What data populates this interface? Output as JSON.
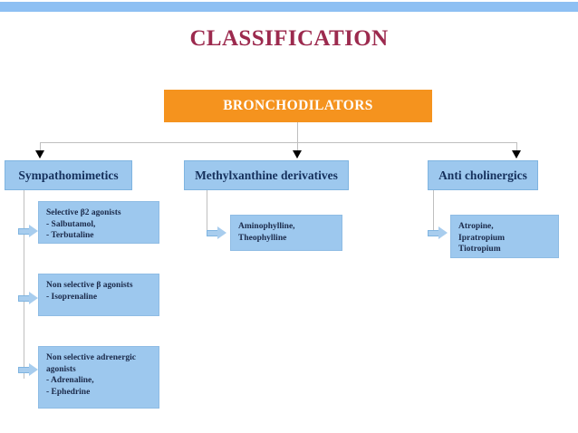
{
  "slide": {
    "title": "CLASSIFICATION",
    "accent_band_color": "#8EC0F3",
    "title_color": "#9C2A4E",
    "root_color": "#F5931E",
    "node_color": "#9DC8EE",
    "background": "#FFFFFF"
  },
  "root": {
    "label": "BRONCHODILATORS"
  },
  "categories": [
    {
      "label": "Sympathomimetics"
    },
    {
      "label": "Methylxanthine derivatives"
    },
    {
      "label": "Anti cholinergics"
    }
  ],
  "details": [
    {
      "column": "Sympathomimetics",
      "lines": [
        "Selective β2 agonists",
        "- Salbutamol,",
        "- Terbutaline"
      ]
    },
    {
      "column": "Sympathomimetics",
      "lines": [
        "Non selective β agonists",
        "- Isoprenaline"
      ]
    },
    {
      "column": "Sympathomimetics",
      "lines": [
        "Non selective adrenergic",
        "agonists",
        "- Adrenaline,",
        "- Ephedrine"
      ]
    },
    {
      "column": "Methylxanthine derivatives",
      "lines": [
        "Aminophylline,",
        "Theophylline"
      ]
    },
    {
      "column": "Anti cholinergics",
      "lines": [
        "Atropine,",
        "Ipratropium",
        "Tiotropium"
      ]
    }
  ]
}
